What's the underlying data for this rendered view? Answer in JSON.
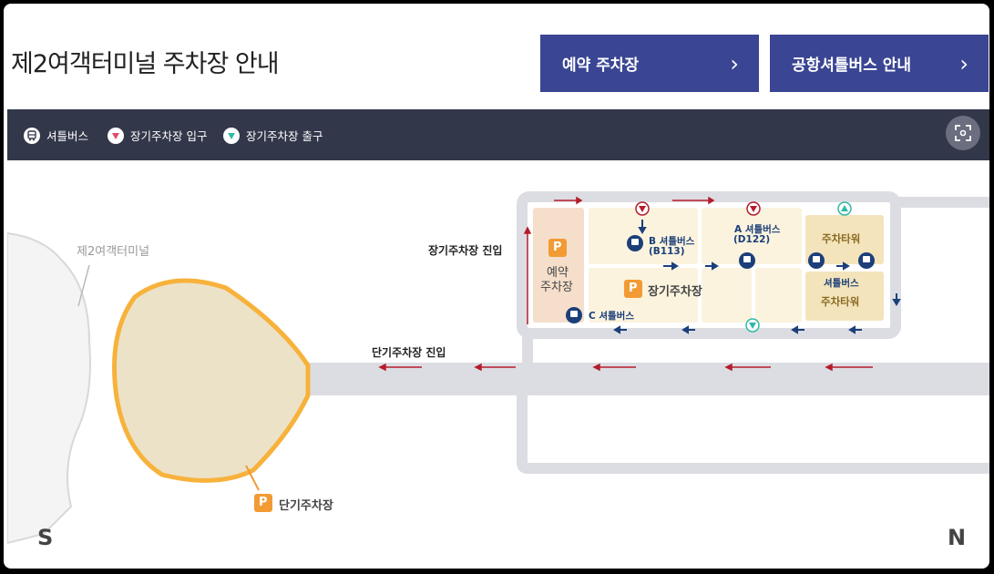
{
  "page": {
    "title": "제2여객터미널 주차장 안내"
  },
  "buttons": {
    "reserve": "예약 주차장",
    "shuttle": "공항셔틀버스 안내"
  },
  "legend": {
    "shuttle": "셔틀버스",
    "entrance": "장기주차장 입구",
    "exit": "장기주차장 출구"
  },
  "map": {
    "terminal": "제2여객터미널",
    "long_term_entry": "장기주차장 진입",
    "short_term_entry": "단기주차장 진입",
    "reserve_lot_line1": "예약",
    "reserve_lot_line2": "주차장",
    "long_term_lot": "장기주차장",
    "short_term_lot": "단기주차장",
    "parking_tower": "주차타워",
    "parking_tower2": "주차타워",
    "shuttle_stop_lot": "셔틀버스",
    "shuttle_b_line1": "B 셔틀버스",
    "shuttle_b_line2": "(B113)",
    "shuttle_a_line1": "A 셔틀버스",
    "shuttle_a_line2": "(D122)",
    "shuttle_c": "C 셔틀버스",
    "parking_symbol": "P",
    "parking_symbol2": "P",
    "parking_symbol3": "P",
    "south": "S",
    "north": "N"
  },
  "colors": {
    "button_bg": "#3a4593",
    "legend_bg": "#33374a",
    "road": "#dcdde3",
    "lot": "#fbf3de",
    "reserve_lot": "#f5dfcb",
    "tower": "#f4e4bc",
    "parking": "#f29b34",
    "outline": "#f7b23b",
    "arrow_red": "#b51c2c",
    "arrow_blue": "#1c3f7a",
    "exit_teal": "#32b8a7"
  }
}
